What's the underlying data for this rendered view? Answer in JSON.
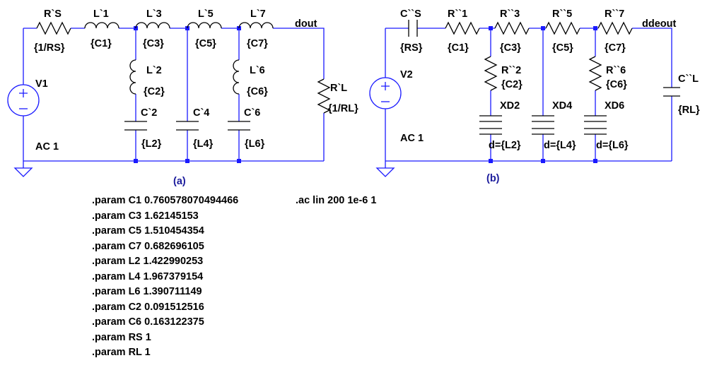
{
  "circuit_a": {
    "caption": "(a)",
    "labels": {
      "rs_name": "R`S",
      "rs_value": "{1/RS}",
      "l1_name": "L`1",
      "l1_value": "{C1}",
      "l3_name": "L`3",
      "l3_value": "{C3}",
      "l5_name": "L`5",
      "l5_value": "{C5}",
      "l7_name": "L`7",
      "l7_value": "{C7}",
      "out_node": "dout",
      "l2_name": "L`2",
      "l2_value": "{C2}",
      "l6_name": "L`6",
      "l6_value": "{C6}",
      "c2_name": "C`2",
      "c2_value": "{L2}",
      "c4_name": "C`4",
      "c4_value": "{L4}",
      "c6_name": "C`6",
      "c6_value": "{L6}",
      "rl_name": "R`L",
      "rl_value": "{1/RL}",
      "source_name": "V1",
      "source_value": "AC 1"
    }
  },
  "circuit_b": {
    "caption": "(b)",
    "labels": {
      "cs_name": "C``S",
      "cs_value": "{RS}",
      "r1_name": "R``1",
      "r1_value": "{C1}",
      "r3_name": "R``3",
      "r3_value": "{C3}",
      "r5_name": "R``5",
      "r5_value": "{C5}",
      "r7_name": "R``7",
      "r7_value": "{C7}",
      "out_node": "ddeout",
      "r2_name": "R``2",
      "r2_value": "{C2}",
      "r6_name": "R``6",
      "r6_value": "{C6}",
      "xd2_name": "XD2",
      "xd2_value": "d={L2}",
      "xd4_name": "XD4",
      "xd4_value": "d={L4}",
      "xd6_name": "XD6",
      "xd6_value": "d={L6}",
      "cl_name": "C``L",
      "cl_value": "{RL}",
      "source_name": "V2",
      "source_value": "AC 1"
    }
  },
  "directives": {
    "params": [
      ".param C1 0.760578070494466",
      ".param C3 1.62145153",
      ".param C5 1.510454354",
      ".param C7 0.682696105",
      ".param L2 1.422990253",
      ".param L4 1.967379154",
      ".param L6 1.390711149",
      ".param C2 0.091512516",
      ".param C6 0.163122375",
      ".param RS 1",
      ".param RL 1"
    ],
    "analysis": ".ac lin 200 1e-6 1"
  },
  "colors": {
    "wire": "#1a1aff",
    "component": "#000000",
    "caption": "#1b1b9c"
  }
}
